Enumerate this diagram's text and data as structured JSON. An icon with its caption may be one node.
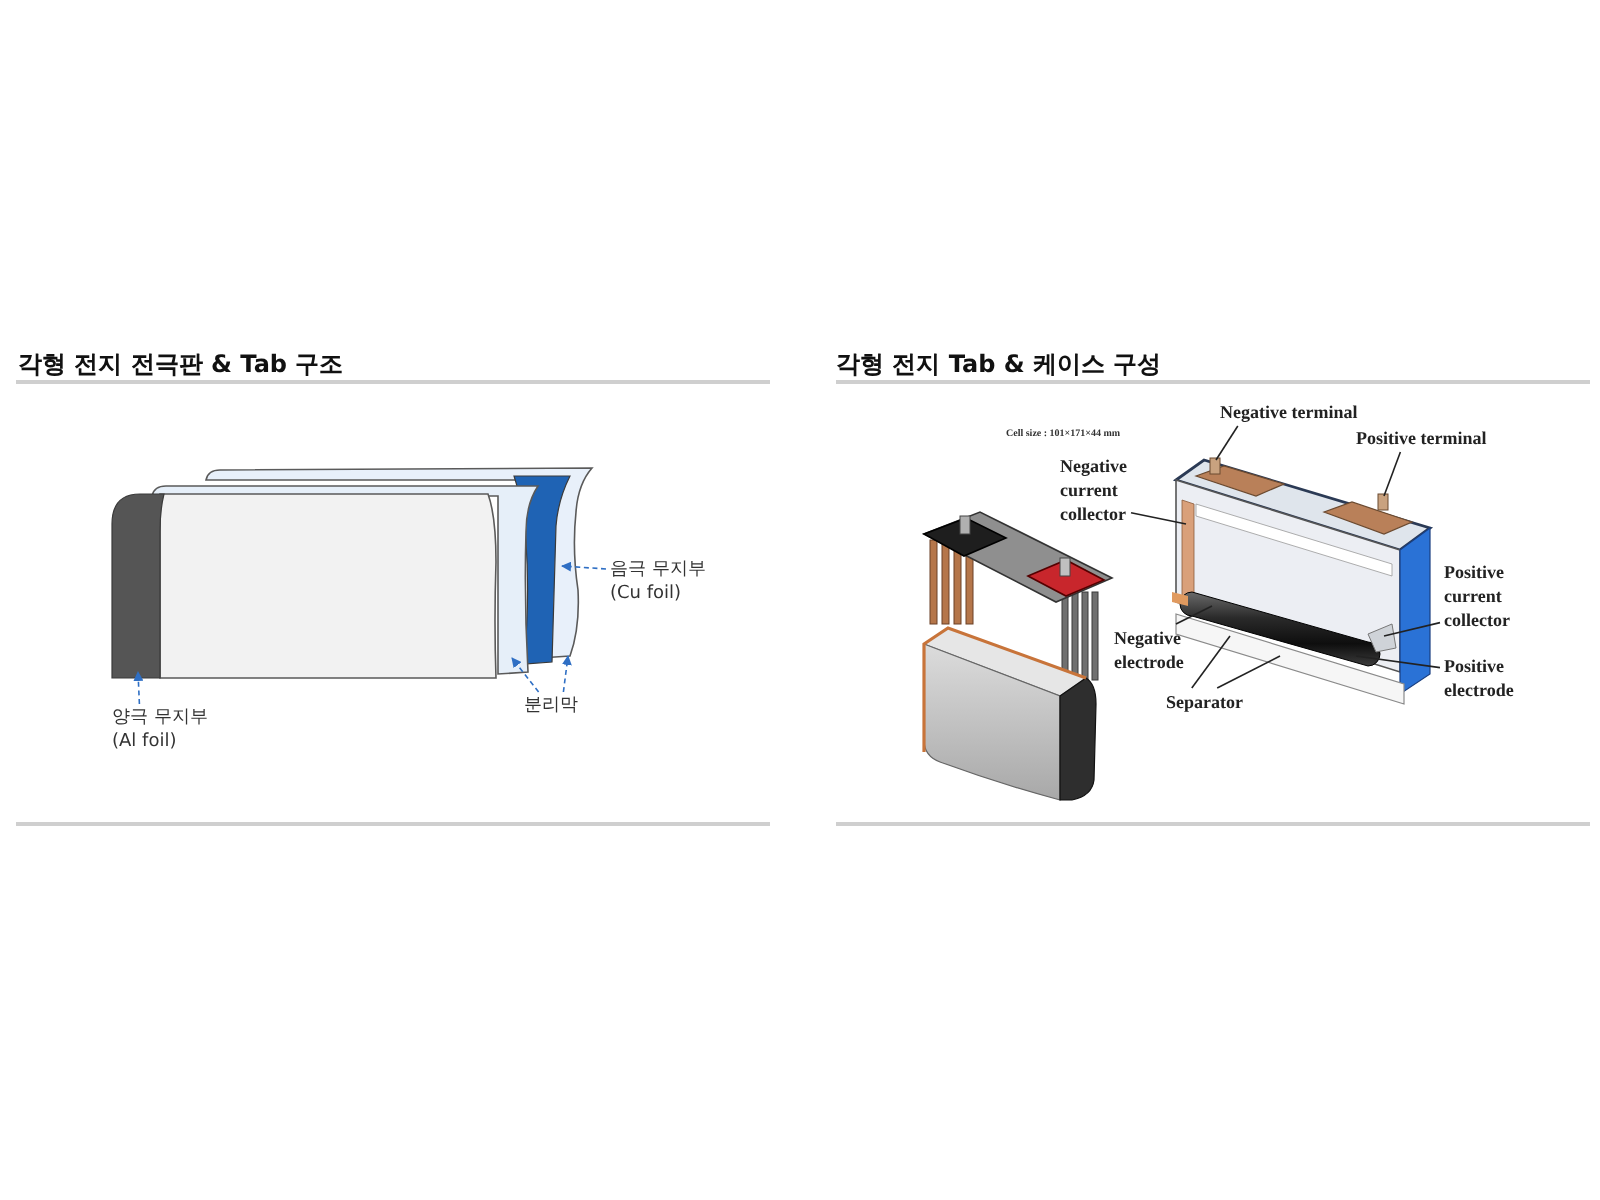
{
  "diagram": {
    "nodes": [
      {
        "text": [
          "음극 무지부 (Cu foil)"
        ]
      },
      {
        "text": [
          "양극 무지부 (Al foil)"
        ]
      },
      {
        "text": [
          "분리막"
        ]
      },
      {
        "text": [
          "Negative terminal"
        ]
      },
      {
        "text": [
          "Positive terminal"
        ]
      },
      {
        "text": [
          "Negative current collector"
        ]
      },
      {
        "text": [
          "Positive current collector"
        ]
      },
      {
        "text": [
          "Negative electrode"
        ]
      },
      {
        "text": [
          "Positive electrode"
        ]
      },
      {
        "text": [
          "Separator"
        ]
      }
    ],
    "edges": [
      {
        "from": 0,
        "to": null,
        "arrow": "to",
        "style": "dashed",
        "color": "#2f6fc4"
      },
      {
        "from": 1,
        "to": null,
        "arrow": "to",
        "style": "dashed",
        "color": "#2f6fc4"
      },
      {
        "from": 2,
        "to": null,
        "arrow": "to",
        "style": "dashed",
        "color": "#2f6fc4"
      },
      {
        "from": 2,
        "to": null,
        "arrow": "to",
        "style": "dashed",
        "color": "#2f6fc4"
      },
      {
        "from": 3,
        "to": null,
        "arrow": "none"
      },
      {
        "from": 4,
        "to": null,
        "arrow": "none"
      },
      {
        "from": 5,
        "to": null,
        "arrow": "none"
      },
      {
        "from": 6,
        "to": null,
        "arrow": "none"
      },
      {
        "from": 7,
        "to": null,
        "arrow": "none"
      },
      {
        "from": 8,
        "to": null,
        "arrow": "none"
      },
      {
        "from": 9,
        "to": null,
        "arrow": "none"
      },
      {
        "from": 9,
        "to": null,
        "arrow": "none"
      }
    ],
    "labels": [
      "각형 전지 전극판 & Tab 구조",
      "각형 전지 Tab & 케이스 구성",
      "Cell size : 101×171×44 mm"
    ]
  }
}
